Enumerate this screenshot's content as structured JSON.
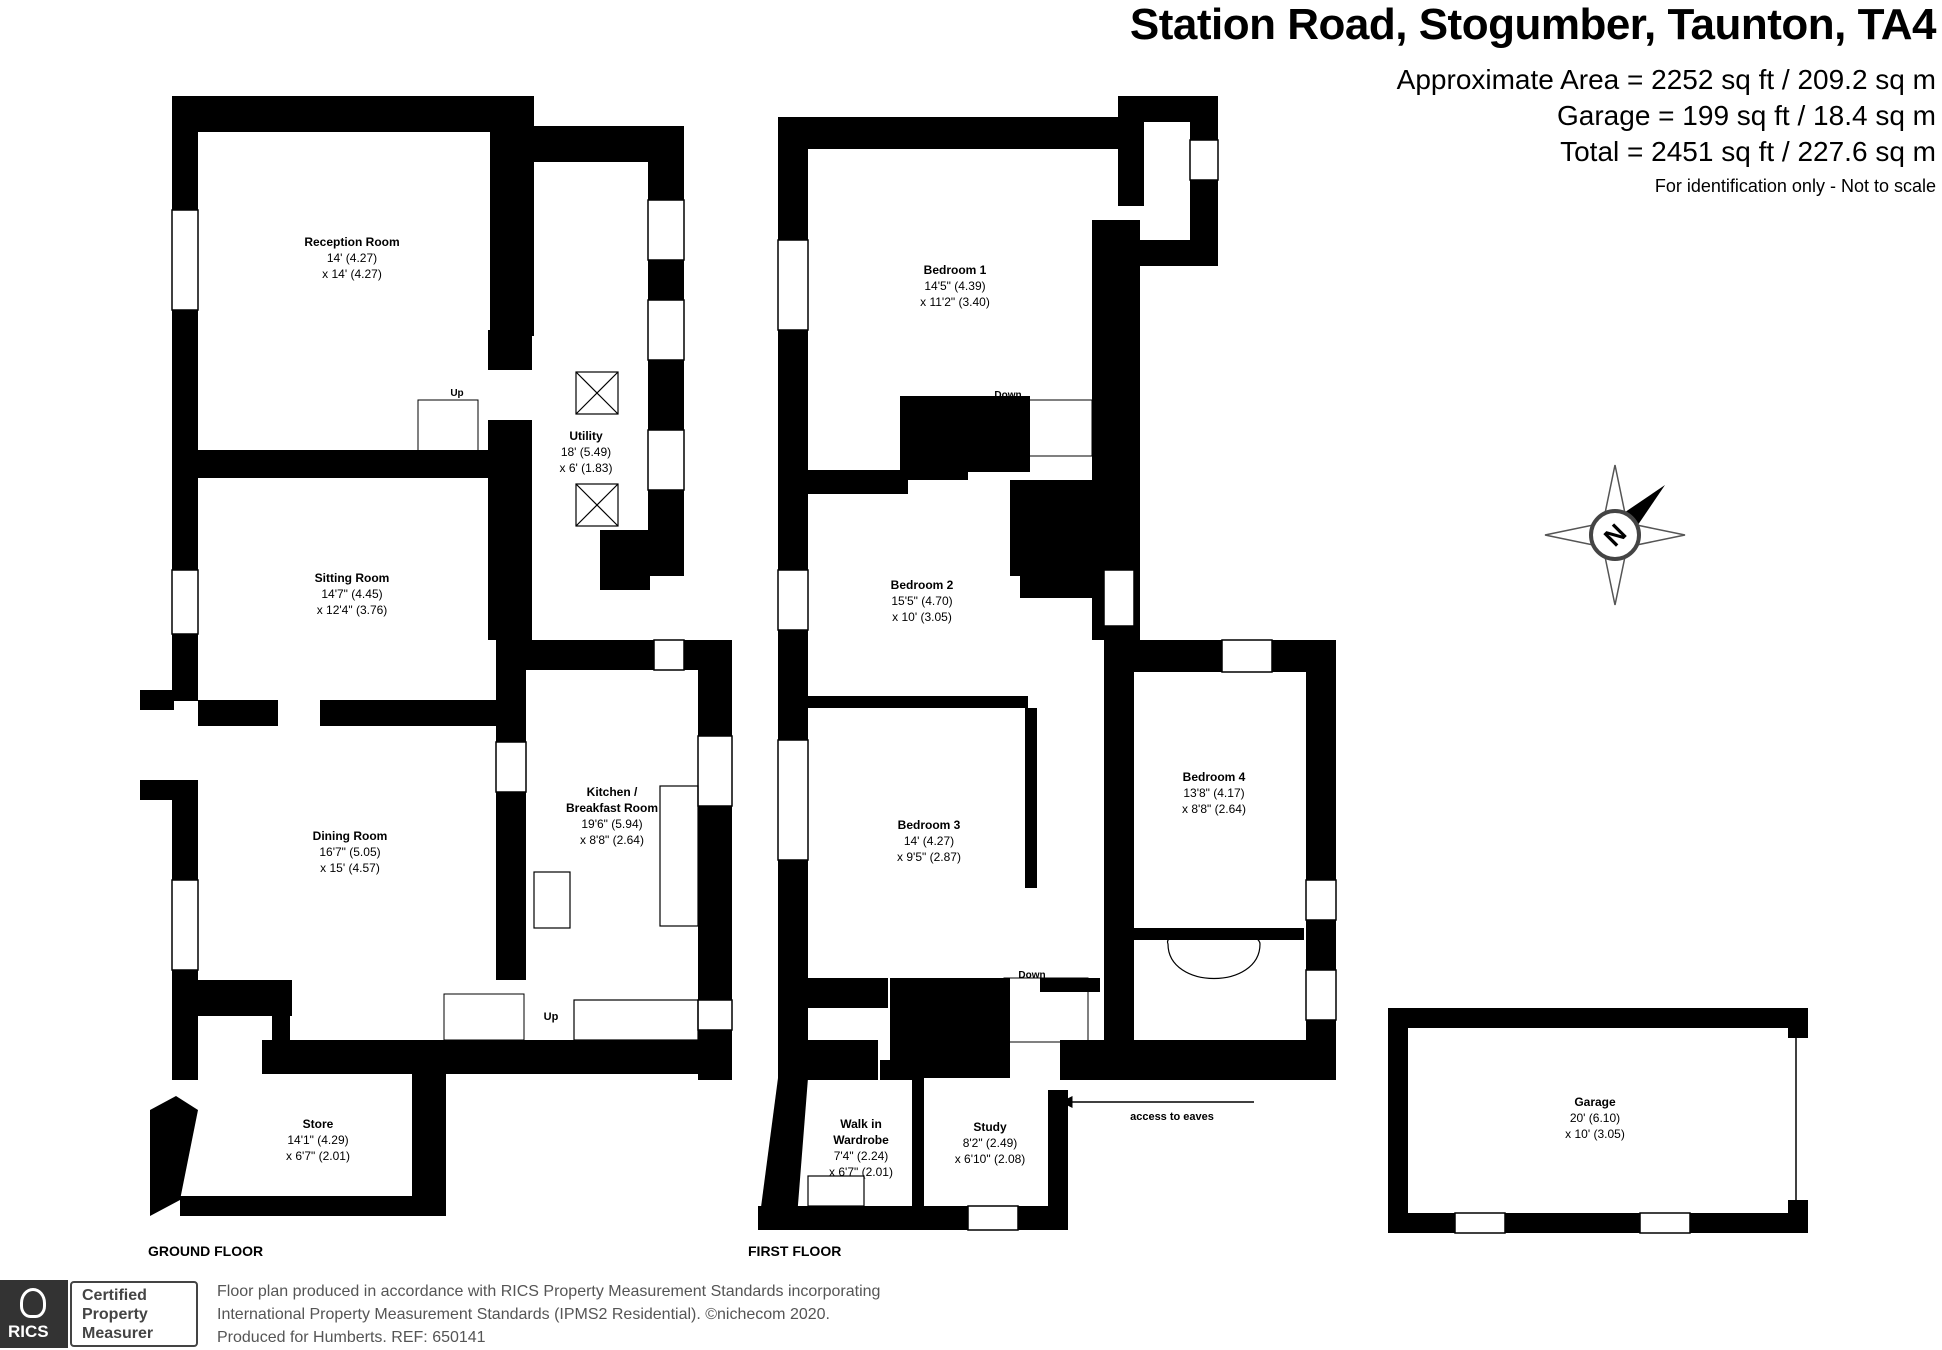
{
  "header": {
    "address": "Station Road, Stogumber, Taunton, TA4",
    "area_approx": "Approximate Area = 2252 sq ft / 209.2 sq m",
    "area_garage": "Garage = 199 sq ft / 18.4 sq m",
    "area_total": "Total = 2451 sq ft / 227.6 sq m",
    "note": "For identification only - Not to scale"
  },
  "floors": {
    "ground": "GROUND FLOOR",
    "first": "FIRST FLOOR"
  },
  "rooms": {
    "reception": {
      "name": "Reception Room",
      "d1": "14' (4.27)",
      "d2": "x 14' (4.27)"
    },
    "utility": {
      "name": "Utility",
      "d1": "18' (5.49)",
      "d2": "x 6' (1.83)"
    },
    "sitting": {
      "name": "Sitting Room",
      "d1": "14'7\" (4.45)",
      "d2": "x 12'4\" (3.76)"
    },
    "dining": {
      "name": "Dining Room",
      "d1": "16'7\" (5.05)",
      "d2": "x 15' (4.57)"
    },
    "kitchen": {
      "name1": "Kitchen /",
      "name2": "Breakfast Room",
      "d1": "19'6\" (5.94)",
      "d2": "x 8'8\" (2.64)"
    },
    "store": {
      "name": "Store",
      "d1": "14'1\" (4.29)",
      "d2": "x 6'7\" (2.01)"
    },
    "bedroom1": {
      "name": "Bedroom 1",
      "d1": "14'5\" (4.39)",
      "d2": "x 11'2\" (3.40)"
    },
    "bedroom2": {
      "name": "Bedroom 2",
      "d1": "15'5\" (4.70)",
      "d2": "x 10' (3.05)"
    },
    "bedroom3": {
      "name": "Bedroom 3",
      "d1": "14' (4.27)",
      "d2": "x 9'5\" (2.87)"
    },
    "bedroom4": {
      "name": "Bedroom 4",
      "d1": "13'8\" (4.17)",
      "d2": "x 8'8\" (2.64)"
    },
    "wardrobe": {
      "name1": "Walk in",
      "name2": "Wardrobe",
      "d1": "7'4\" (2.24)",
      "d2": "x 6'7\" (2.01)"
    },
    "study": {
      "name": "Study",
      "d1": "8'2\" (2.49)",
      "d2": "x 6'10\" (2.08)"
    },
    "garage": {
      "name": "Garage",
      "d1": "20' (6.10)",
      "d2": "x 10' (3.05)"
    }
  },
  "stairs": {
    "up": "Up",
    "down": "Down"
  },
  "eaves": "access to eaves",
  "compass": "N",
  "footer": {
    "badge": "RICS",
    "cert1": "Certified",
    "cert2": "Property",
    "cert3": "Measurer",
    "line1": "Floor plan produced in accordance with RICS Property Measurement Standards incorporating",
    "line2": "International Property Measurement Standards (IPMS2 Residential).   ©nichecom 2020.",
    "line3": "Produced for Humberts.   REF:  650141"
  }
}
